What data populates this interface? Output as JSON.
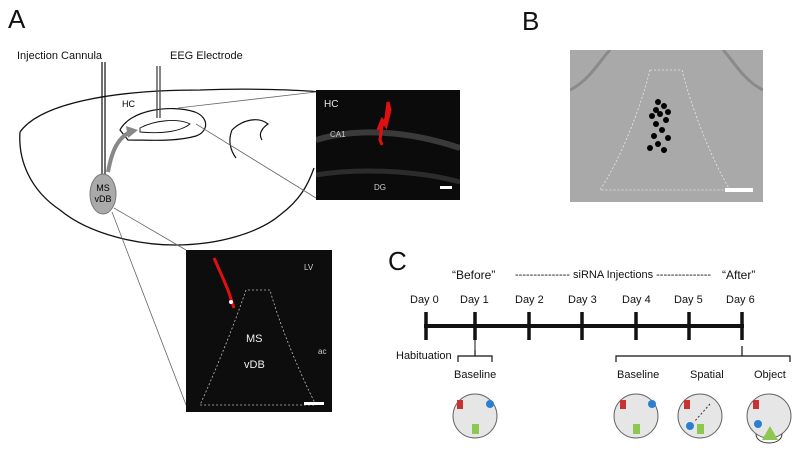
{
  "panels": {
    "a": {
      "letter": "A",
      "injection_label": "Injection Cannula",
      "eeg_label": "EEG Electrode",
      "hc_label": "HC",
      "ms_label": "MS",
      "vdb_label": "vDB",
      "inset_top": {
        "hc": "HC",
        "ca1": "CA1",
        "dg": "DG"
      },
      "inset_bottom": {
        "lv": "LV",
        "ac": "ac",
        "ms": "MS",
        "vdb": "vDB"
      }
    },
    "b": {
      "letter": "B"
    },
    "c": {
      "letter": "C",
      "before_label": "“Before”",
      "injections_label": "--------------- siRNA Injections ---------------",
      "after_label": "“After”",
      "days": [
        "Day 0",
        "Day 1",
        "Day 2",
        "Day 3",
        "Day 4",
        "Day 5",
        "Day 6"
      ],
      "habituation_label": "Habituation",
      "phases": [
        "Baseline",
        "Baseline",
        "Spatial",
        "Object"
      ]
    }
  },
  "colors": {
    "cannula_track": "#e01010",
    "scale_bar": "#ffffff",
    "marker_dot": "#000000",
    "object_red": "#c83232",
    "object_blue": "#2a7fd0",
    "object_green": "#8cc850"
  }
}
